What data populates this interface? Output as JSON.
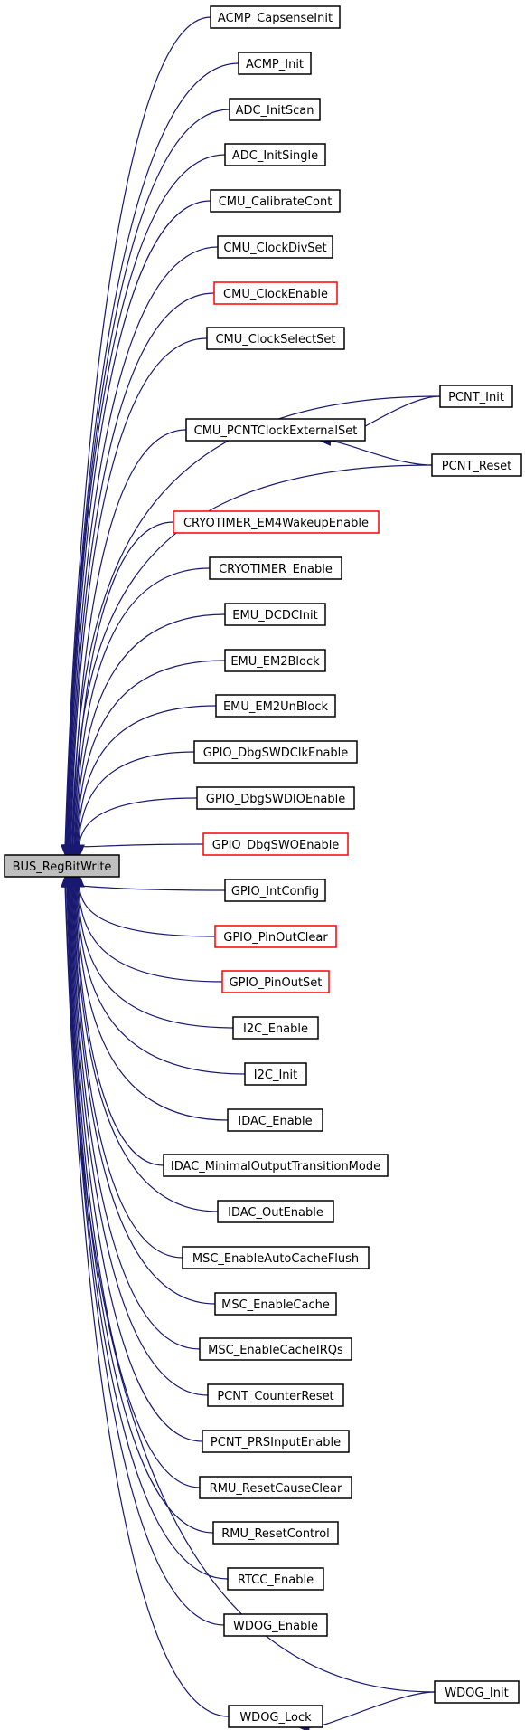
{
  "graph": {
    "root": "BUS_RegBitWrite",
    "colors": {
      "edge": "#191970",
      "node_border": "#000000",
      "node_border_undocumented": "#ff0000",
      "root_fill": "#bfbfbf",
      "node_fill": "#ffffff"
    },
    "nodes": [
      {
        "id": "ACMP_CapsenseInit",
        "label": "ACMP_CapsenseInit"
      },
      {
        "id": "ACMP_Init",
        "label": "ACMP_Init"
      },
      {
        "id": "ADC_InitScan",
        "label": "ADC_InitScan"
      },
      {
        "id": "ADC_InitSingle",
        "label": "ADC_InitSingle"
      },
      {
        "id": "CMU_CalibrateCont",
        "label": "CMU_CalibrateCont"
      },
      {
        "id": "CMU_ClockDivSet",
        "label": "CMU_ClockDivSet"
      },
      {
        "id": "CMU_ClockEnable",
        "label": "CMU_ClockEnable",
        "style": "red"
      },
      {
        "id": "CMU_ClockSelectSet",
        "label": "CMU_ClockSelectSet"
      },
      {
        "id": "CMU_PCNTClockExternalSet",
        "label": "CMU_PCNTClockExternalSet"
      },
      {
        "id": "CRYOTIMER_EM4WakeupEnable",
        "label": "CRYOTIMER_EM4WakeupEnable",
        "style": "red"
      },
      {
        "id": "CRYOTIMER_Enable",
        "label": "CRYOTIMER_Enable"
      },
      {
        "id": "EMU_DCDCInit",
        "label": "EMU_DCDCInit"
      },
      {
        "id": "EMU_EM2Block",
        "label": "EMU_EM2Block"
      },
      {
        "id": "EMU_EM2UnBlock",
        "label": "EMU_EM2UnBlock"
      },
      {
        "id": "GPIO_DbgSWDClkEnable",
        "label": "GPIO_DbgSWDClkEnable"
      },
      {
        "id": "GPIO_DbgSWDIOEnable",
        "label": "GPIO_DbgSWDIOEnable"
      },
      {
        "id": "GPIO_DbgSWOEnable",
        "label": "GPIO_DbgSWOEnable",
        "style": "red"
      },
      {
        "id": "GPIO_IntConfig",
        "label": "GPIO_IntConfig"
      },
      {
        "id": "GPIO_PinOutClear",
        "label": "GPIO_PinOutClear",
        "style": "red"
      },
      {
        "id": "GPIO_PinOutSet",
        "label": "GPIO_PinOutSet",
        "style": "red"
      },
      {
        "id": "I2C_Enable",
        "label": "I2C_Enable"
      },
      {
        "id": "I2C_Init",
        "label": "I2C_Init"
      },
      {
        "id": "IDAC_Enable",
        "label": "IDAC_Enable"
      },
      {
        "id": "IDAC_MinimalOutputTransitionMode",
        "label": "IDAC_MinimalOutputTransitionMode"
      },
      {
        "id": "IDAC_OutEnable",
        "label": "IDAC_OutEnable"
      },
      {
        "id": "MSC_EnableAutoCacheFlush",
        "label": "MSC_EnableAutoCacheFlush"
      },
      {
        "id": "MSC_EnableCache",
        "label": "MSC_EnableCache"
      },
      {
        "id": "MSC_EnableCacheIRQs",
        "label": "MSC_EnableCacheIRQs"
      },
      {
        "id": "PCNT_CounterReset",
        "label": "PCNT_CounterReset"
      },
      {
        "id": "PCNT_PRSInputEnable",
        "label": "PCNT_PRSInputEnable"
      },
      {
        "id": "RMU_ResetCauseClear",
        "label": "RMU_ResetCauseClear"
      },
      {
        "id": "RMU_ResetControl",
        "label": "RMU_ResetControl"
      },
      {
        "id": "RTCC_Enable",
        "label": "RTCC_Enable"
      },
      {
        "id": "WDOG_Enable",
        "label": "WDOG_Enable"
      },
      {
        "id": "WDOG_Lock",
        "label": "WDOG_Lock"
      },
      {
        "id": "PCNT_Init",
        "label": "PCNT_Init"
      },
      {
        "id": "PCNT_Reset",
        "label": "PCNT_Reset"
      },
      {
        "id": "WDOG_Init",
        "label": "WDOG_Init"
      }
    ],
    "edges": [
      {
        "from": "ACMP_CapsenseInit",
        "to": "BUS_RegBitWrite"
      },
      {
        "from": "ACMP_Init",
        "to": "BUS_RegBitWrite"
      },
      {
        "from": "ADC_InitScan",
        "to": "BUS_RegBitWrite"
      },
      {
        "from": "ADC_InitSingle",
        "to": "BUS_RegBitWrite"
      },
      {
        "from": "CMU_CalibrateCont",
        "to": "BUS_RegBitWrite"
      },
      {
        "from": "CMU_ClockDivSet",
        "to": "BUS_RegBitWrite"
      },
      {
        "from": "CMU_ClockEnable",
        "to": "BUS_RegBitWrite"
      },
      {
        "from": "CMU_ClockSelectSet",
        "to": "BUS_RegBitWrite"
      },
      {
        "from": "CMU_PCNTClockExternalSet",
        "to": "BUS_RegBitWrite"
      },
      {
        "from": "CRYOTIMER_EM4WakeupEnable",
        "to": "BUS_RegBitWrite"
      },
      {
        "from": "CRYOTIMER_Enable",
        "to": "BUS_RegBitWrite"
      },
      {
        "from": "EMU_DCDCInit",
        "to": "BUS_RegBitWrite"
      },
      {
        "from": "EMU_EM2Block",
        "to": "BUS_RegBitWrite"
      },
      {
        "from": "EMU_EM2UnBlock",
        "to": "BUS_RegBitWrite"
      },
      {
        "from": "GPIO_DbgSWDClkEnable",
        "to": "BUS_RegBitWrite"
      },
      {
        "from": "GPIO_DbgSWDIOEnable",
        "to": "BUS_RegBitWrite"
      },
      {
        "from": "GPIO_DbgSWOEnable",
        "to": "BUS_RegBitWrite"
      },
      {
        "from": "GPIO_IntConfig",
        "to": "BUS_RegBitWrite"
      },
      {
        "from": "GPIO_PinOutClear",
        "to": "BUS_RegBitWrite"
      },
      {
        "from": "GPIO_PinOutSet",
        "to": "BUS_RegBitWrite"
      },
      {
        "from": "I2C_Enable",
        "to": "BUS_RegBitWrite"
      },
      {
        "from": "I2C_Init",
        "to": "BUS_RegBitWrite"
      },
      {
        "from": "IDAC_Enable",
        "to": "BUS_RegBitWrite"
      },
      {
        "from": "IDAC_MinimalOutputTransitionMode",
        "to": "BUS_RegBitWrite"
      },
      {
        "from": "IDAC_OutEnable",
        "to": "BUS_RegBitWrite"
      },
      {
        "from": "MSC_EnableAutoCacheFlush",
        "to": "BUS_RegBitWrite"
      },
      {
        "from": "MSC_EnableCache",
        "to": "BUS_RegBitWrite"
      },
      {
        "from": "MSC_EnableCacheIRQs",
        "to": "BUS_RegBitWrite"
      },
      {
        "from": "PCNT_CounterReset",
        "to": "BUS_RegBitWrite"
      },
      {
        "from": "PCNT_PRSInputEnable",
        "to": "BUS_RegBitWrite"
      },
      {
        "from": "RMU_ResetCauseClear",
        "to": "BUS_RegBitWrite"
      },
      {
        "from": "RMU_ResetControl",
        "to": "BUS_RegBitWrite"
      },
      {
        "from": "RTCC_Enable",
        "to": "BUS_RegBitWrite"
      },
      {
        "from": "WDOG_Enable",
        "to": "BUS_RegBitWrite"
      },
      {
        "from": "WDOG_Lock",
        "to": "BUS_RegBitWrite"
      },
      {
        "from": "PCNT_Init",
        "to": "BUS_RegBitWrite"
      },
      {
        "from": "PCNT_Reset",
        "to": "BUS_RegBitWrite"
      },
      {
        "from": "WDOG_Init",
        "to": "BUS_RegBitWrite"
      },
      {
        "from": "PCNT_Init",
        "to": "CMU_PCNTClockExternalSet"
      },
      {
        "from": "PCNT_Reset",
        "to": "CMU_PCNTClockExternalSet"
      },
      {
        "from": "WDOG_Init",
        "to": "WDOG_Lock"
      }
    ]
  }
}
